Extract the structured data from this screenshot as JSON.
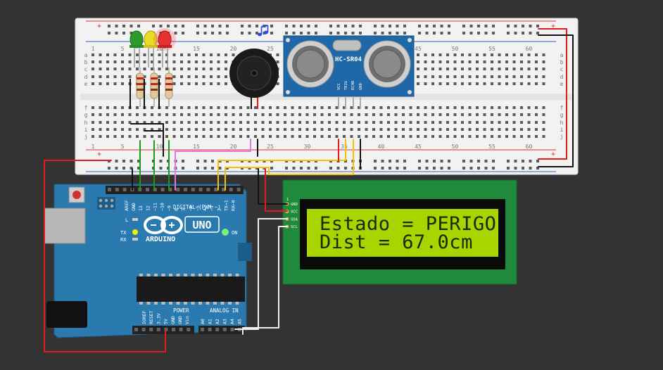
{
  "colors": {
    "canvas_bg": "#333333",
    "breadboard": "#f2f2f2",
    "rail_red": "#e03030",
    "rail_blue": "#3060c0",
    "arduino_board": "#2a7ab0",
    "lcd_pcb": "#1f8a3a",
    "lcd_screen": "#a8d400",
    "wire_red": "#e41b1b",
    "wire_black": "#111111",
    "wire_green": "#1a9a1a",
    "wire_pink": "#e07ae0",
    "wire_yellow": "#f5c400",
    "wire_white": "#f0f0f0"
  },
  "breadboard": {
    "column_numbers": [
      "1",
      "5",
      "10",
      "15",
      "20",
      "25",
      "30",
      "35",
      "40",
      "45",
      "50",
      "55",
      "60"
    ],
    "row_letters_top": [
      "a",
      "b",
      "c",
      "d",
      "e"
    ],
    "row_letters_bottom": [
      "f",
      "g",
      "h",
      "i",
      "j"
    ],
    "rail_plus": "+",
    "rail_minus": "-"
  },
  "components": {
    "leds": [
      {
        "name": "green-led",
        "color": "#2c9a2c"
      },
      {
        "name": "yellow-led",
        "color": "#e8dc2a"
      },
      {
        "name": "red-led",
        "color": "#e83030"
      }
    ],
    "buzzer_icon": "music-note-icon",
    "sensor": {
      "label": "HC-SR04",
      "pins": [
        "VCC",
        "TRIG",
        "ECHO",
        "GND"
      ]
    }
  },
  "arduino": {
    "brand": "ARDUINO",
    "model": "UNO",
    "digital_label": "DIGITAL (PWM ~)",
    "digital_pins": [
      "AREF",
      "GND",
      "13",
      "12",
      "~11",
      "~10",
      "~9",
      "8",
      "7",
      "~6",
      "~5",
      "4",
      "~3",
      "2",
      "TX→1",
      "RX←0"
    ],
    "power_label": "POWER",
    "power_pins": [
      "IOREF",
      "RESET",
      "3.3V",
      "5V",
      "GND",
      "GND",
      "Vin"
    ],
    "analog_label": "ANALOG IN",
    "analog_pins": [
      "A0",
      "A1",
      "A2",
      "A3",
      "A4",
      "A5"
    ],
    "led_labels": {
      "l": "L",
      "tx": "TX",
      "rx": "RX",
      "on": "ON"
    }
  },
  "lcd": {
    "pins": [
      "GND",
      "VCC",
      "SDA",
      "SCL"
    ],
    "line1": "Estado = PERIGO",
    "line2": "Dist = 67.0cm"
  }
}
